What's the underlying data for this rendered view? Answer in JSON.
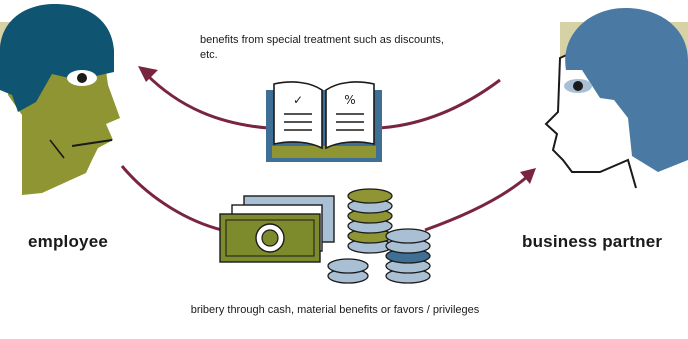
{
  "captions": {
    "top": "benefits from special treatment such as discounts, etc.",
    "bottom": "bribery through cash, material benefits or favors / privileges"
  },
  "roles": {
    "left": "employee",
    "right": "business partner"
  },
  "book_marks": {
    "left_page": "✓",
    "right_page": "%"
  },
  "icons": [
    "employee-head",
    "business-partner-head",
    "book-icon",
    "banknote-icon",
    "coin-stack-icon"
  ],
  "colors": {
    "olive": "#8e9532",
    "teal_dark": "#0f5470",
    "blue_mid": "#4a7aa3",
    "blue_light": "#a9bfd3",
    "sand": "#d6d2a6",
    "arrow": "#7a2540",
    "banknote": "#7e8b2c"
  }
}
